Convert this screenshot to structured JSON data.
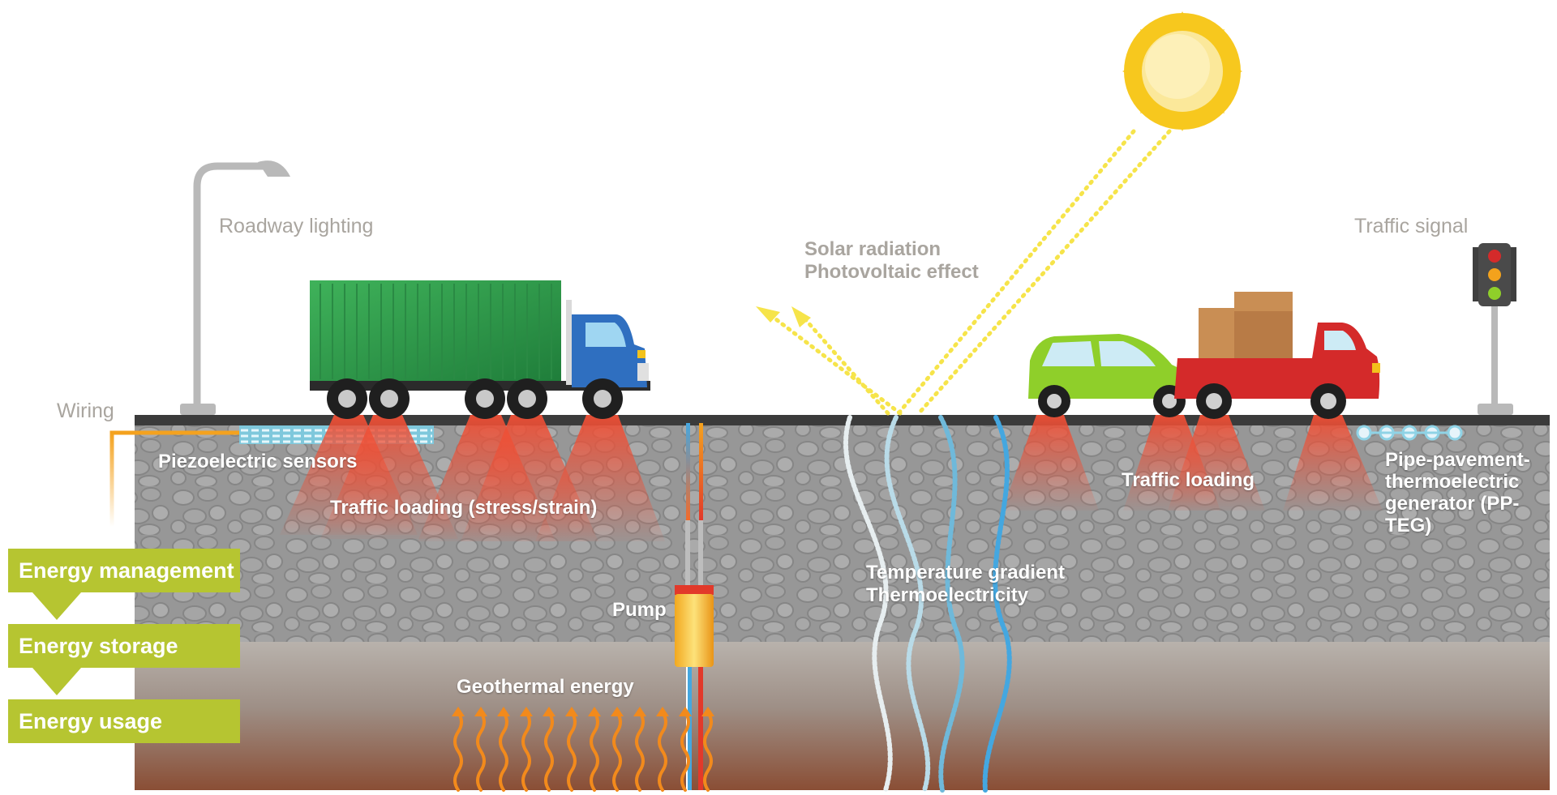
{
  "labels": {
    "roadway_lighting": "Roadway lighting",
    "wiring": "Wiring",
    "piezoelectric_sensors": "Piezoelectric sensors",
    "traffic_loading_stress": "Traffic loading (stress/strain)",
    "solar_radiation": "Solar radiation",
    "photovoltaic_effect": "Photovoltaic effect",
    "traffic_signal": "Traffic signal",
    "traffic_loading": "Traffic loading",
    "pp_teg": "Pipe-pavement-thermoelectric generator (PP-TEG)",
    "temperature_gradient": "Temperature gradient",
    "thermoelectricity": "Thermoelectricity",
    "pump": "Pump",
    "geothermal_energy": "Geothermal energy"
  },
  "energy_flow": [
    "Energy management",
    "Energy storage",
    "Energy usage"
  ],
  "colors": {
    "flow_green": "#b6c531",
    "sun": "#f7c81e",
    "load_cone": "#ef4f35",
    "truck_container": "#2e9a4a",
    "truck_cab": "#2f6fc0",
    "car_body": "#8fcf2a",
    "pickup_body": "#d42a2a",
    "wiring": "#f4a21e",
    "sensor_blue": "#8fd3e6",
    "water_pipe": "#44a7e0",
    "hot_pipe": "#e2392a",
    "heat_arrow": "#f28a1c"
  }
}
